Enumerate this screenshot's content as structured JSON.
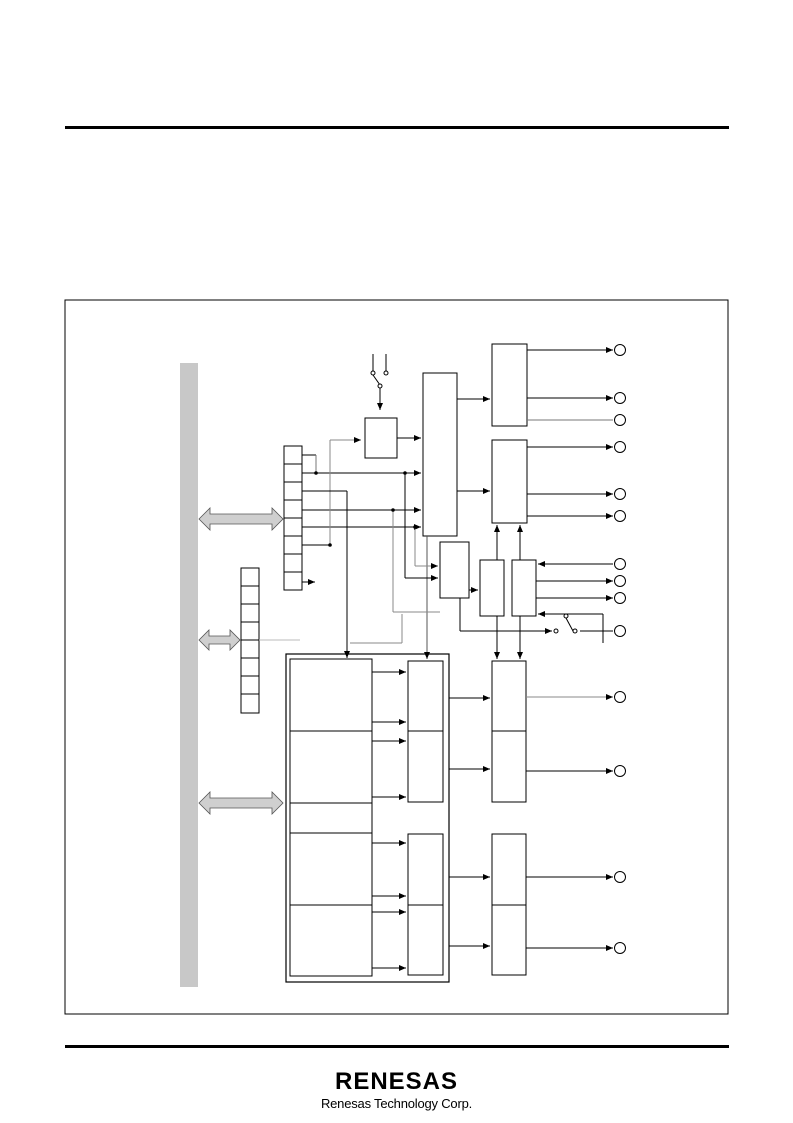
{
  "header": {
    "rule": "top-divider"
  },
  "diagram": {
    "colors": {
      "line": "#000000",
      "bus": "#c8c8c8",
      "bus_arrow": "#cfcfcf",
      "grey_line": "#9a9a9a"
    }
  },
  "footer": {
    "logo_text": "RENESAS",
    "company": "Renesas Technology Corp."
  }
}
